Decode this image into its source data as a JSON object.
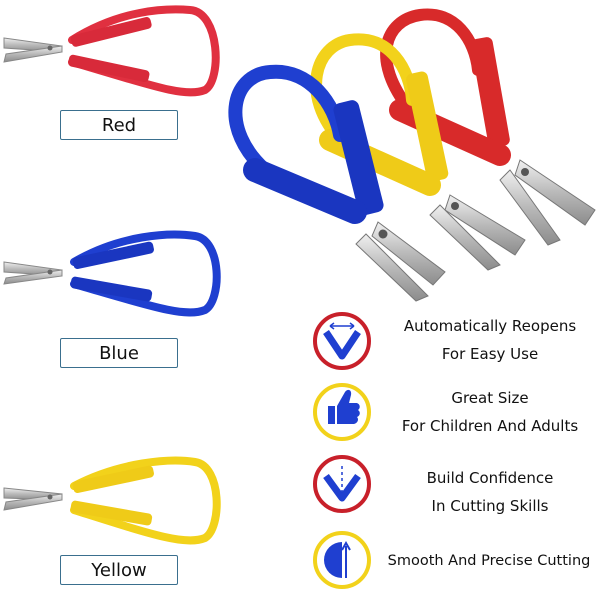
{
  "variants": [
    {
      "label": "Red",
      "color": "#e03040"
    },
    {
      "label": "Blue",
      "color": "#1f3fd0"
    },
    {
      "label": "Yellow",
      "color": "#f2d21b"
    }
  ],
  "features": [
    {
      "line1": "Automatically Reopens",
      "line2": "For Easy Use",
      "icon": "reopen-arrows-icon",
      "ring_color": "#c8202a"
    },
    {
      "line1": "Great Size",
      "line2": "For Children And Adults",
      "icon": "thumbs-up-icon",
      "ring_color": "#f2d21b"
    },
    {
      "line1": "Build Confidence",
      "line2": "In Cutting Skills",
      "icon": "downward-check-icon",
      "ring_color": "#c8202a"
    },
    {
      "line1": "Smooth And Precise Cutting",
      "line2": "",
      "icon": "half-moon-arrow-icon",
      "ring_color": "#f2d21b"
    }
  ],
  "colors": {
    "accent_blue": "#1f3fd0",
    "accent_red": "#c8202a",
    "accent_yellow": "#f2d21b"
  }
}
